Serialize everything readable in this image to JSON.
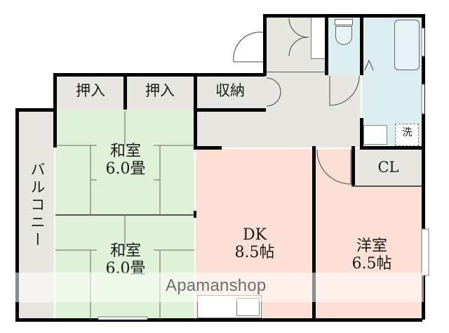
{
  "floor_plan": {
    "rooms": [
      {
        "id": "closet-1",
        "name": "押入",
        "type": "closet"
      },
      {
        "id": "closet-2",
        "name": "押入",
        "type": "closet"
      },
      {
        "id": "storage",
        "name": "収納",
        "type": "storage"
      },
      {
        "id": "washitsu-1",
        "name": "和室",
        "size": "6.0畳",
        "type": "japanese-room"
      },
      {
        "id": "washitsu-2",
        "name": "和室",
        "size": "6.0畳",
        "type": "japanese-room"
      },
      {
        "id": "dk",
        "name": "DK",
        "size": "8.5帖",
        "type": "dining-kitchen"
      },
      {
        "id": "yoshitsu",
        "name": "洋室",
        "size": "6.5帖",
        "type": "western-room"
      },
      {
        "id": "cl",
        "name": "CL",
        "type": "closet"
      },
      {
        "id": "balcony",
        "name": "バルコニー",
        "type": "balcony"
      },
      {
        "id": "washer",
        "name": "洗",
        "type": "washer-space"
      }
    ],
    "colors": {
      "japanese_room": "#dff2d8",
      "western_room": "#fde0d5",
      "storage_gray": "#e8e6e0",
      "wet_area": "#ddeef0",
      "wall": "#000000"
    }
  },
  "watermark": {
    "text": "Apamanshop"
  }
}
